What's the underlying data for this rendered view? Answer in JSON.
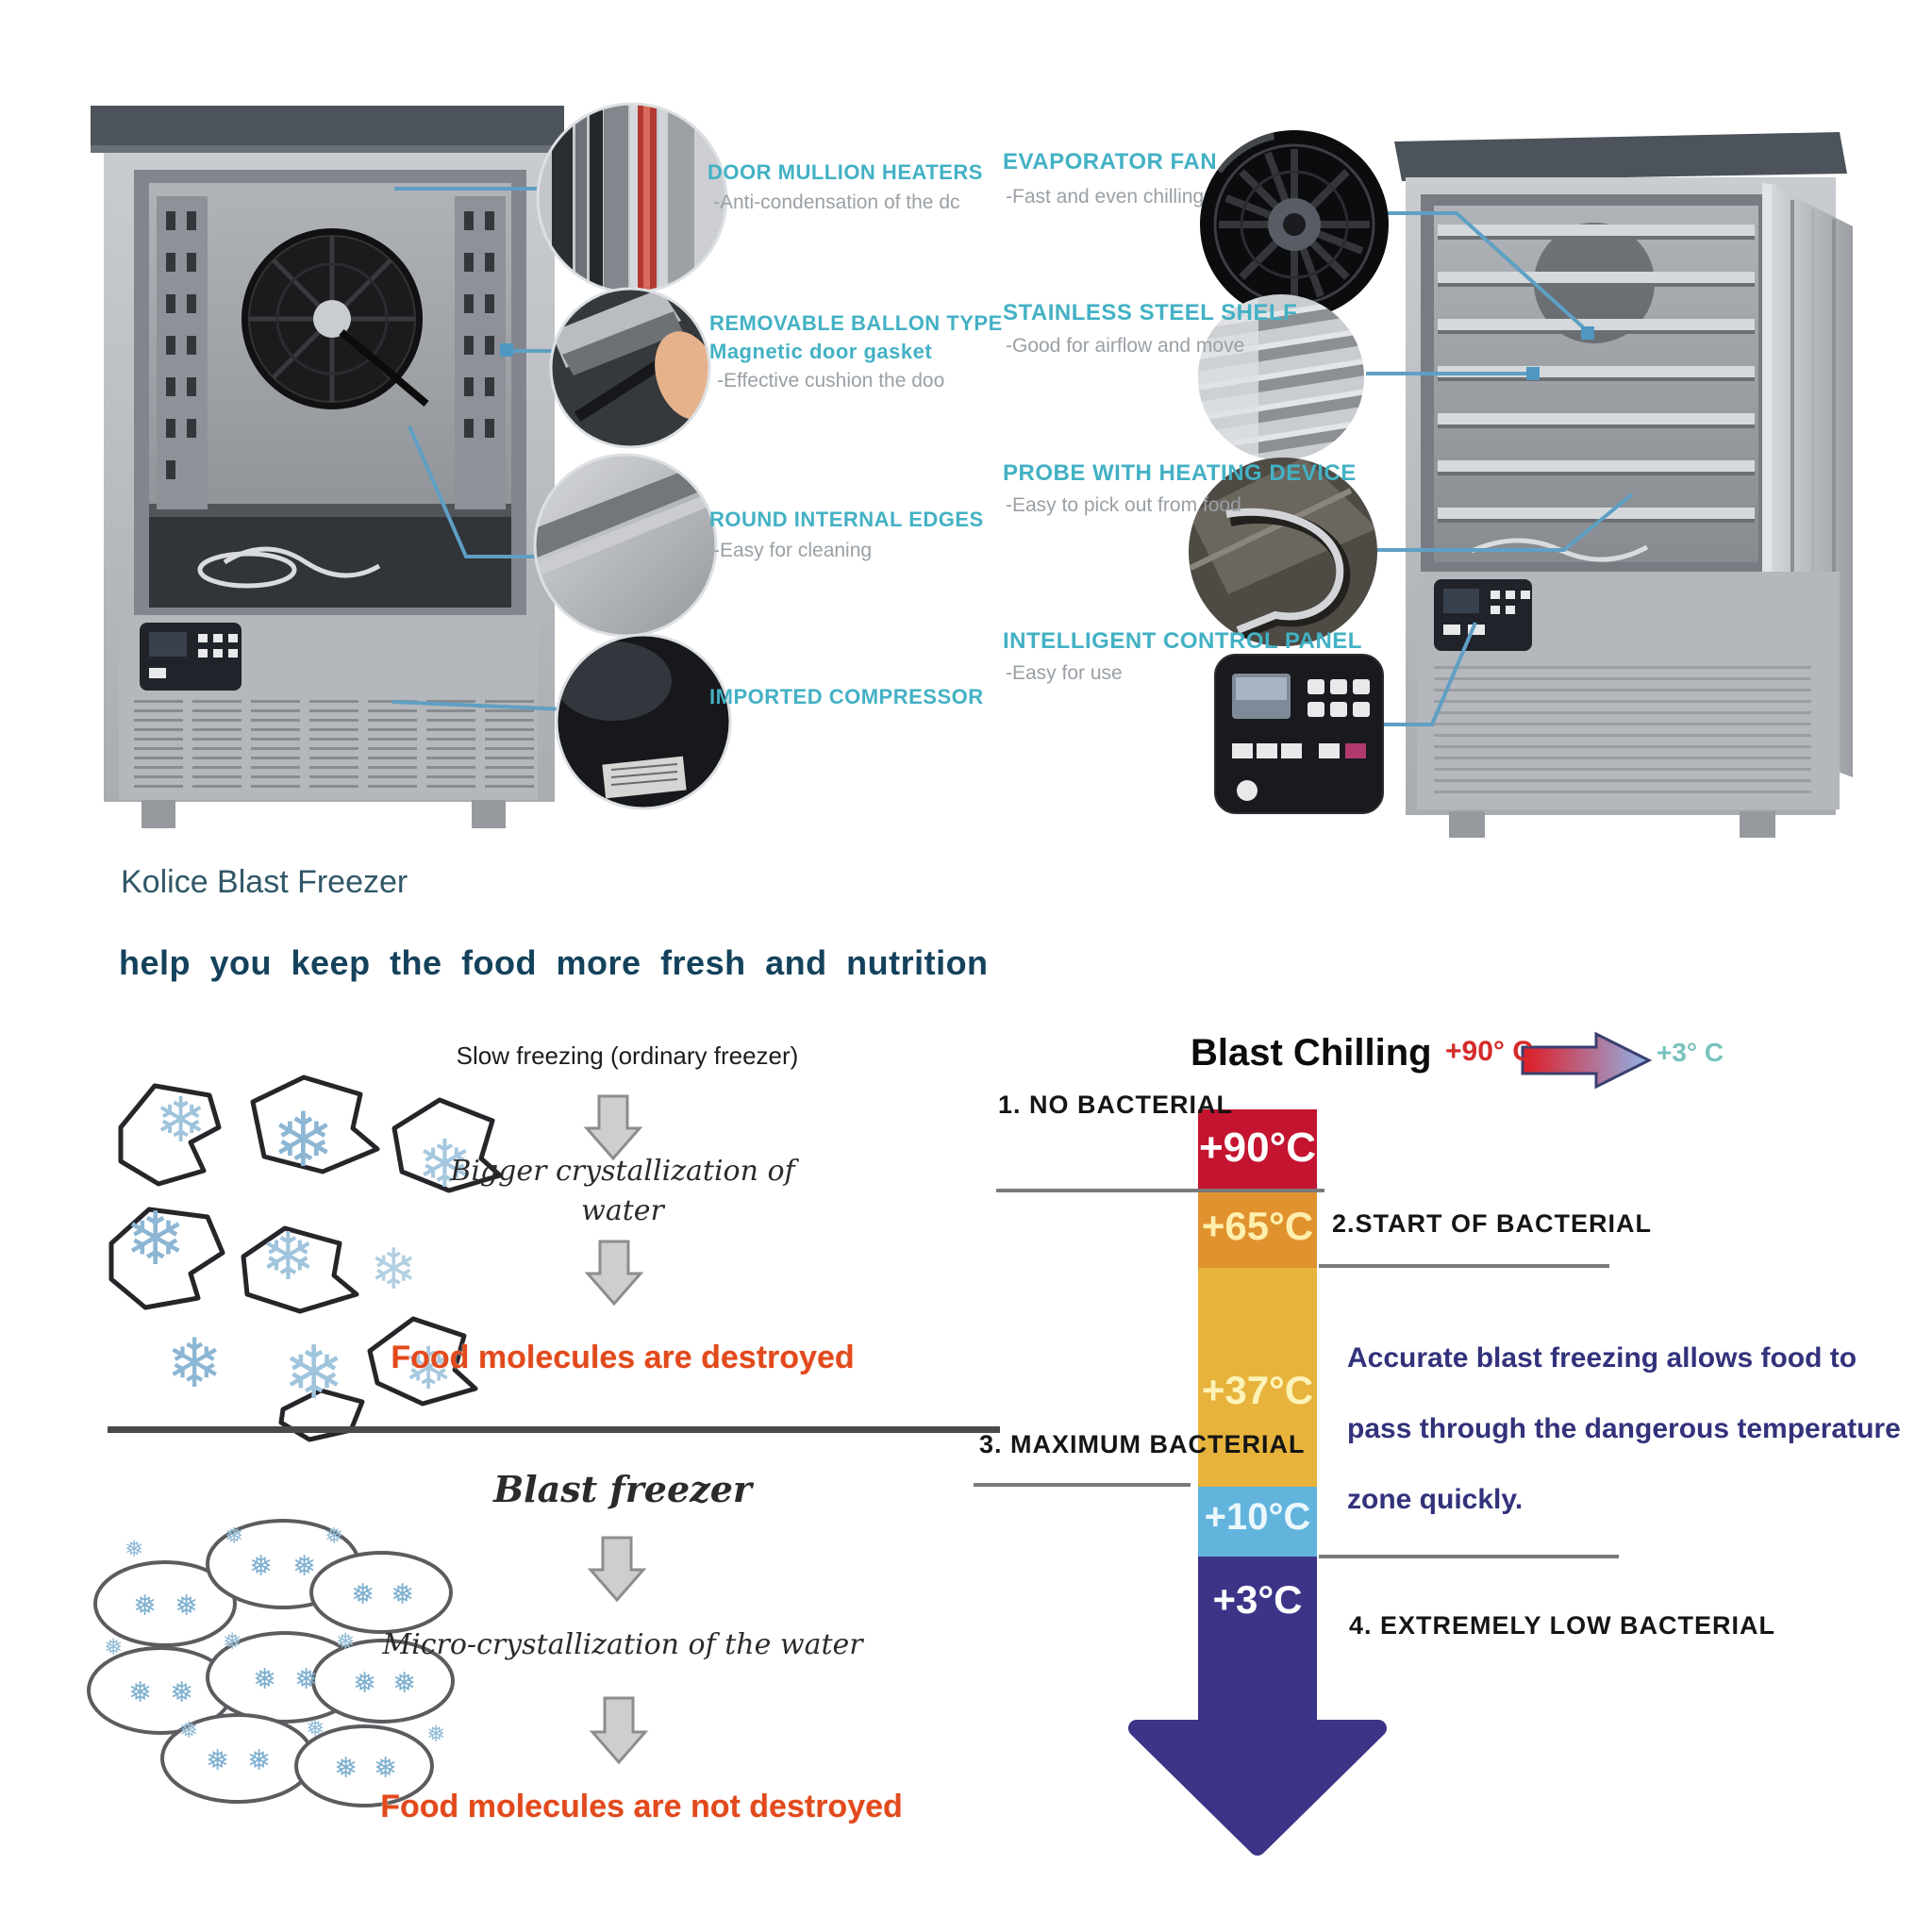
{
  "brand": {
    "title": "Kolice Blast Freezer",
    "tagline": "help you keep the food more fresh and nutrition"
  },
  "callouts_left": [
    {
      "title": "DOOR MULLION HEATERS",
      "subtitle": "-Anti-condensation of the dc"
    },
    {
      "title": "REMOVABLE BALLON TYPE",
      "subtitle2": "Magnetic door gasket",
      "subtitle": "-Effective cushion the doo"
    },
    {
      "title": "ROUND INTERNAL EDGES",
      "subtitle": "-Easy for cleaning"
    },
    {
      "title": "IMPORTED COMPRESSOR",
      "subtitle": ""
    }
  ],
  "callouts_right": [
    {
      "title": "EVAPORATOR FAN",
      "subtitle": "-Fast and even chilling"
    },
    {
      "title": "STAINLESS STEEL SHELF",
      "subtitle": "-Good for airflow and move"
    },
    {
      "title": "PROBE WITH HEATING DEVICE",
      "subtitle": "-Easy to pick out from food"
    },
    {
      "title": "INTELLIGENT CONTROL PANEL",
      "subtitle": "-Easy for use"
    }
  ],
  "slow_freezing": {
    "step1": "Slow freezing (ordinary freezer)",
    "step2_line1": "Bigger crystallization of",
    "step2_line2": "water",
    "result": "Food molecules are destroyed"
  },
  "blast_freezing": {
    "step1": "Blast freezer",
    "step2": "Micro-crystallization of the water",
    "result": "Food molecules are not destroyed"
  },
  "chart_data": {
    "type": "diagram",
    "title": "Blast Chilling",
    "from_label": "+90° C",
    "to_label": "+3° C",
    "segments": [
      {
        "temp": "+90°C",
        "color": "#c41430",
        "text_color": "#ffffff",
        "annotation": "1. NO BACTERIAL",
        "side": "left"
      },
      {
        "temp": "+65°C",
        "color": "#e0922f",
        "text_color": "#ffefad",
        "annotation": "2.START OF BACTERIAL",
        "side": "right"
      },
      {
        "temp": "+37°C",
        "color": "#e7b33c",
        "text_color": "#fdf3b8",
        "annotation": "3. MAXIMUM BACTERIAL",
        "side": "left"
      },
      {
        "temp": "+10°C",
        "color": "#62b4dd",
        "text_color": "#eaf7fc",
        "annotation": "",
        "side": ""
      },
      {
        "temp": "+3°C",
        "color": "#3c3487",
        "text_color": "#ffffff",
        "annotation": "4. EXTREMELY LOW BACTERIAL",
        "side": "right"
      }
    ],
    "note": "Accurate blast freezing allows food to pass through the dangerous temperature zone quickly.",
    "layout_hint": "vertical temperature scale arrow pointing down, hot at top, cold at bottom"
  },
  "colors": {
    "accent_teal": "#43b1c4",
    "muted_gray": "#9aa0a5",
    "headline": "#315767",
    "tagline_navy": "#14425c",
    "warn_red": "#e2491c",
    "note_navy": "#32327c",
    "leader_blue": "#5f9fc4",
    "snowflake_blue": "#8cb6d4"
  }
}
